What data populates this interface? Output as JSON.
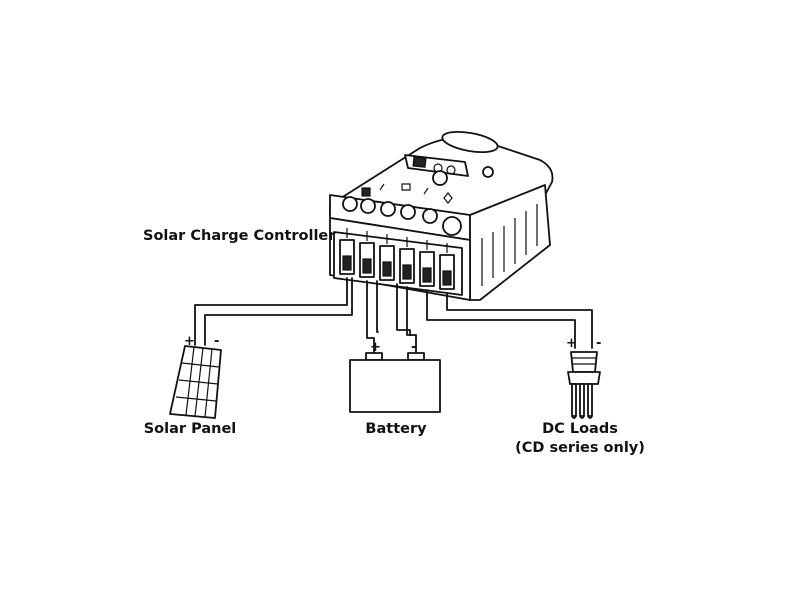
{
  "labels": {
    "controller": "Solar Charge Controller",
    "solar_panel": "Solar Panel",
    "battery": "Battery",
    "dc_loads_line1": "DC Loads",
    "dc_loads_line2": "(CD series only)"
  },
  "polarity": {
    "plus": "+",
    "minus": "-"
  },
  "icons": [
    "solar-panel-icon",
    "battery-icon",
    "lamp-bulb-icon",
    "charge-controller-icon"
  ],
  "colors": {
    "line": "#111111",
    "background": "#ffffff"
  }
}
